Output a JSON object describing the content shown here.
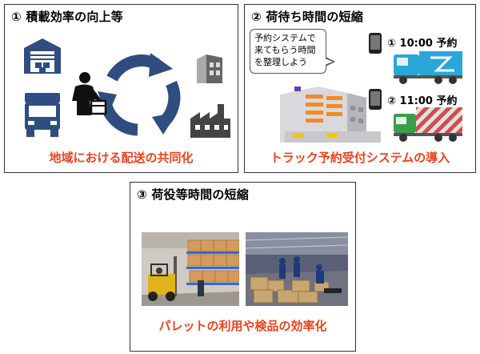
{
  "panel1": {
    "title": "① 積載効率の向上等",
    "caption": "地域における配送の共同化"
  },
  "panel2": {
    "title": "② 荷待ち時間の短縮",
    "bubble_text": "予約システムで来てもらう時間を整理しよう",
    "reservations": [
      {
        "label": "① 10:00 予約"
      },
      {
        "label": "② 11:00 予約"
      }
    ],
    "caption": "トラック予約受付システムの導入"
  },
  "panel3": {
    "title": "③ 荷役等時間の短縮",
    "caption": "パレットの利用や検品の効率化"
  },
  "colors": {
    "navy": "#2f4d7e",
    "caption_red": "#e8431f",
    "truck_blue": "#2aa7d8",
    "truck_green": "#3aa047"
  }
}
